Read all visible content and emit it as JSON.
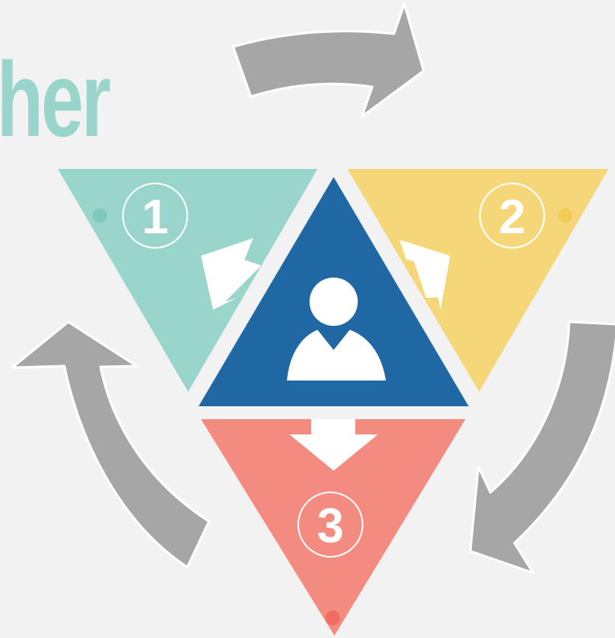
{
  "title_fragment": "her",
  "steps": [
    {
      "number": "1",
      "color": "#9ad5cc"
    },
    {
      "number": "2",
      "color": "#f5d77a"
    },
    {
      "number": "3",
      "color": "#f48b80"
    }
  ],
  "center": {
    "color": "#1f68a3",
    "icon": "person-icon"
  },
  "cycle_arrow_color": "#a6a6a6",
  "inner_arrow_color": "#ffffff"
}
